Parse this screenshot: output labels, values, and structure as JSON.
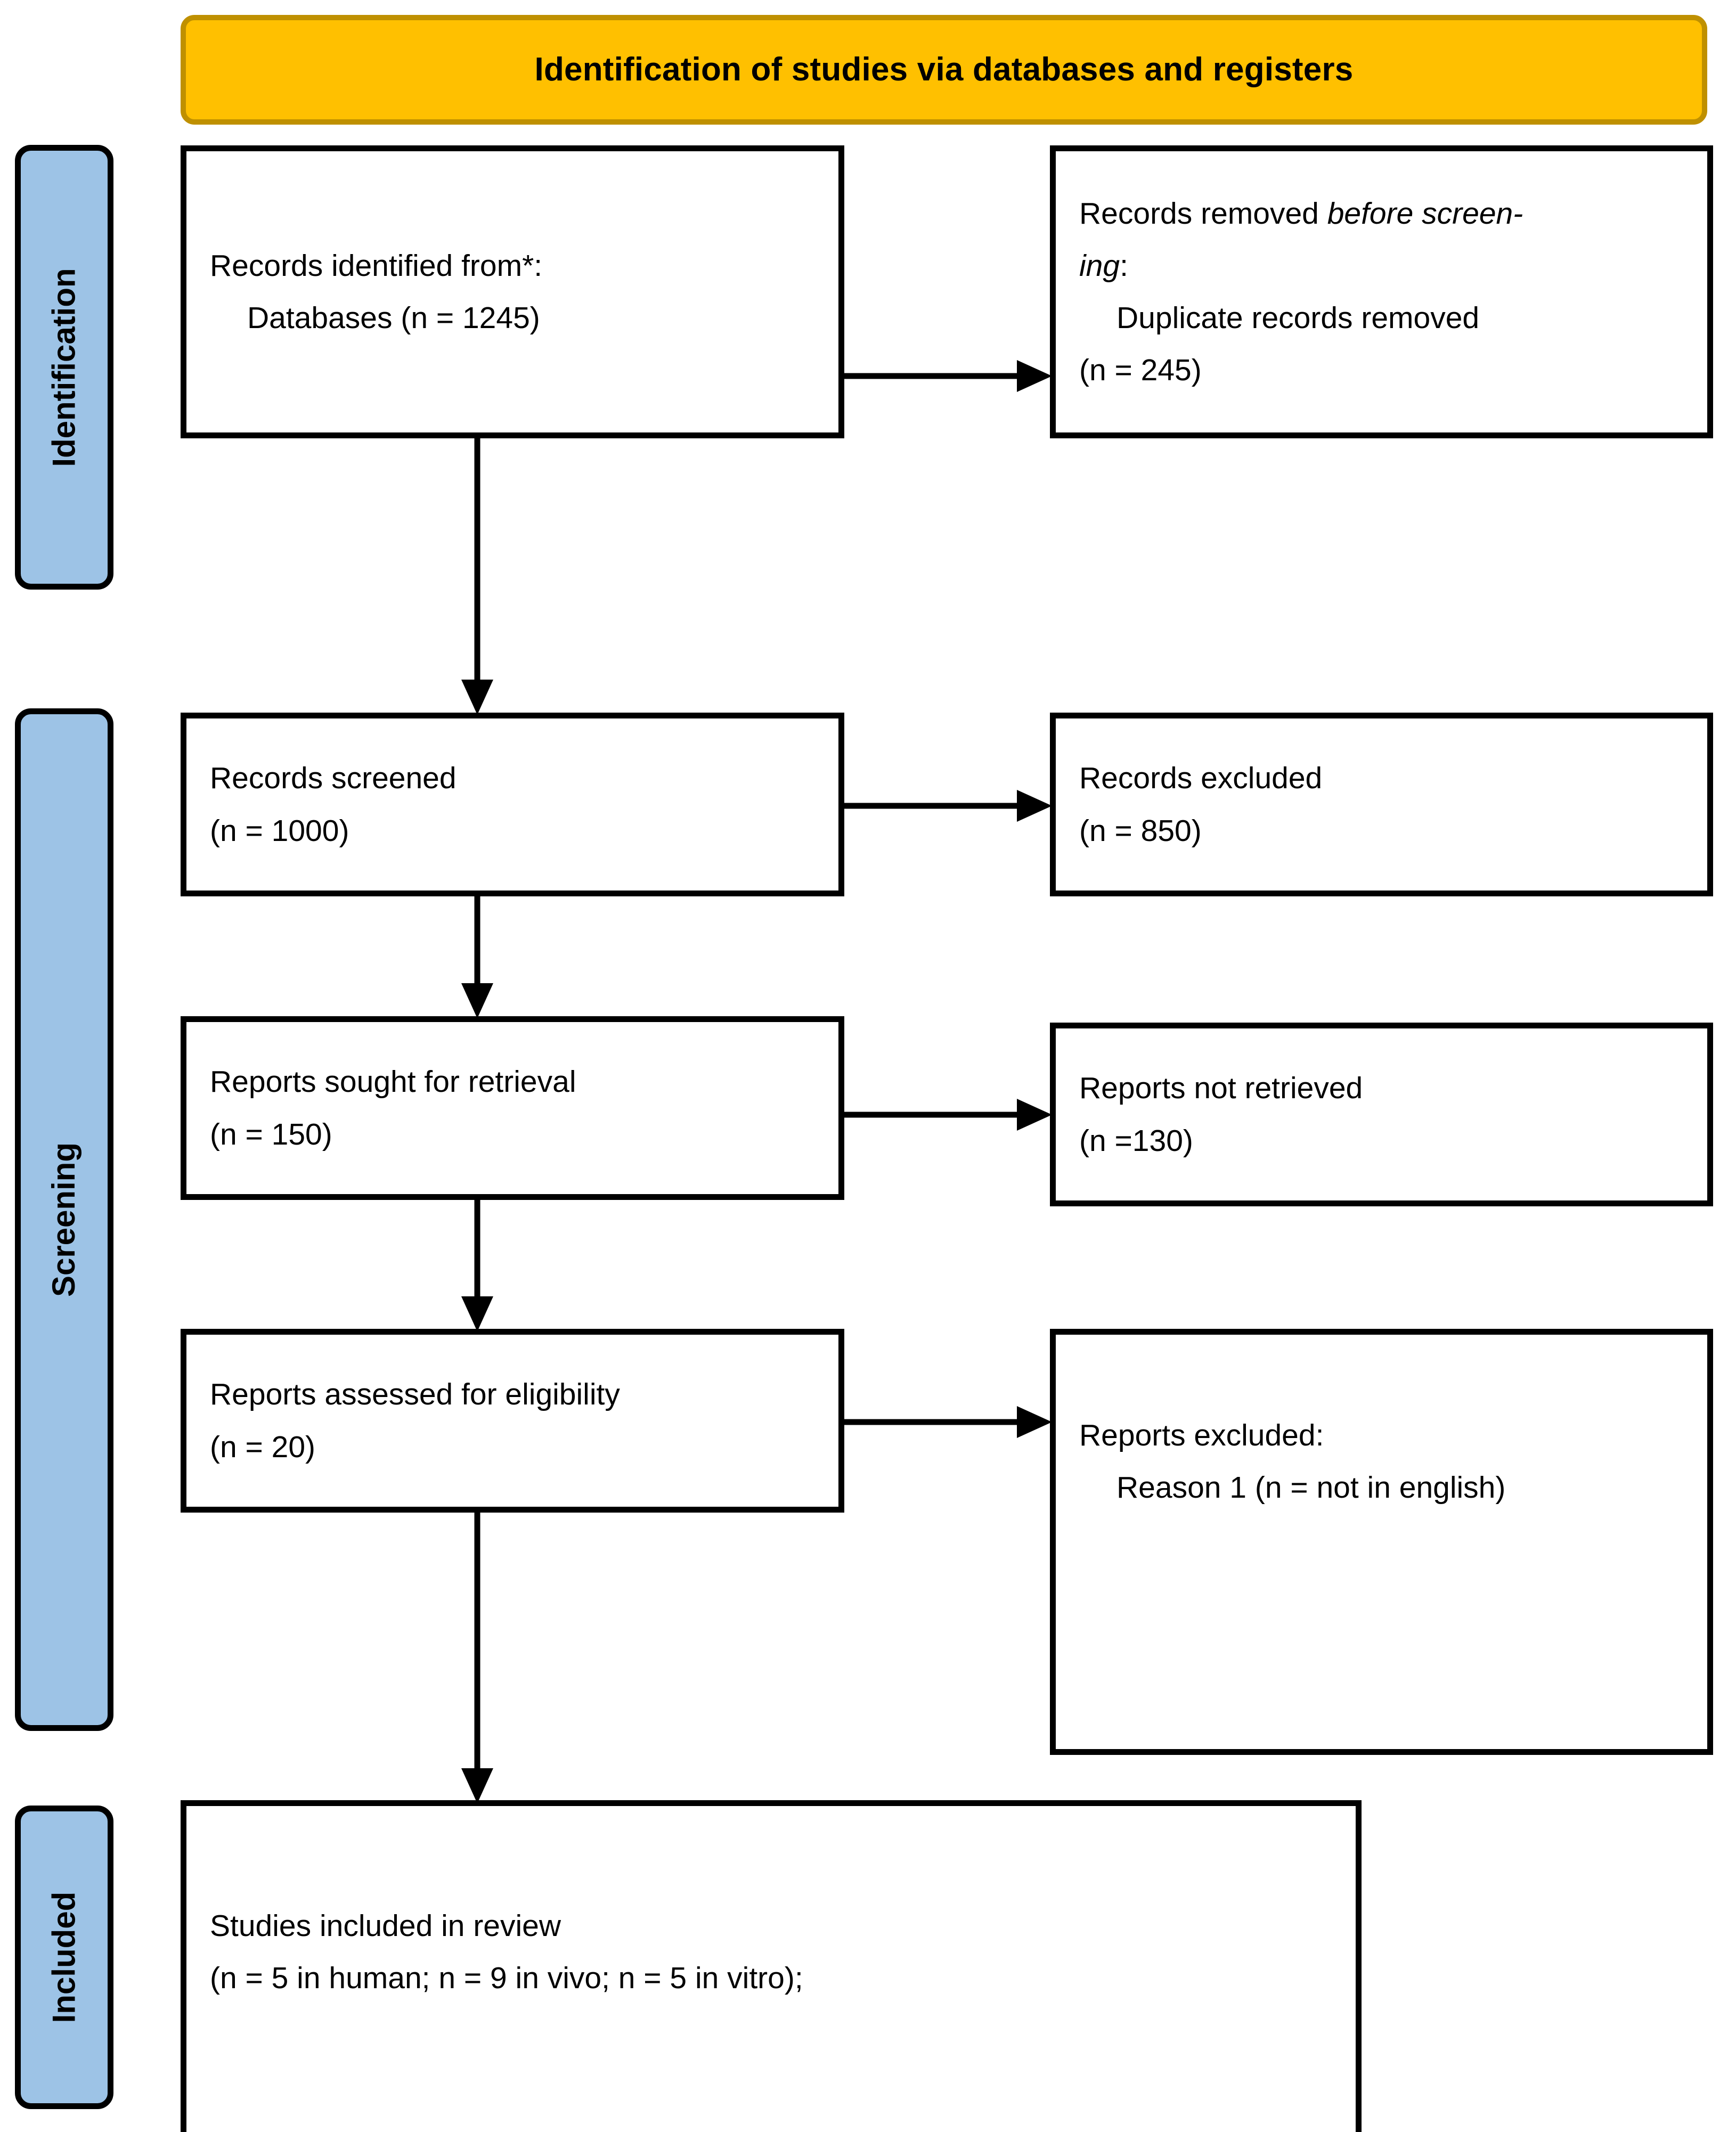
{
  "header": {
    "title": "Identification of studies via databases and registers",
    "fill_color": "#FFC000",
    "border_color": "#BF9000"
  },
  "stages": [
    {
      "id": "identification",
      "label": "Identification",
      "fill_color": "#9DC3E6"
    },
    {
      "id": "screening",
      "label": "Screening",
      "fill_color": "#9DC3E6"
    },
    {
      "id": "included",
      "label": "Included",
      "fill_color": "#9DC3E6"
    }
  ],
  "boxes": {
    "identified": {
      "line1": "Records identified from*:",
      "line2": "Databases (n = 1245)"
    },
    "removed": {
      "line1_plain": "Records removed ",
      "line1_italic": "before screen-",
      "line2_italic": "ing",
      "line2_plain": ":",
      "line3": "Duplicate records removed",
      "line4": "(n = 245)"
    },
    "screened": {
      "line1": "Records screened",
      "line2": "(n = 1000)"
    },
    "excluded": {
      "line1": "Records excluded",
      "line2": "(n = 850)"
    },
    "sought": {
      "line1": "Reports sought for retrieval",
      "line2": "(n = 150)"
    },
    "not_retrieved": {
      "line1": "Reports not retrieved",
      "line2": "(n =130)"
    },
    "assessed": {
      "line1": "Reports assessed for eligibility",
      "line2": "(n = 20)"
    },
    "reports_excluded": {
      "line1": "Reports excluded:",
      "line2": "Reason 1 (n = not in english)"
    },
    "included": {
      "line1": "Studies included in review",
      "line2": "(n = 5 in human; n = 9 in vivo; n = 5 in vitro);"
    }
  },
  "connectors": [
    {
      "name": "identified-to-removed",
      "direction": "right"
    },
    {
      "name": "identified-to-screened",
      "direction": "down"
    },
    {
      "name": "screened-to-excluded",
      "direction": "right"
    },
    {
      "name": "screened-to-sought",
      "direction": "down"
    },
    {
      "name": "sought-to-not-retrieved",
      "direction": "right"
    },
    {
      "name": "sought-to-assessed",
      "direction": "down"
    },
    {
      "name": "assessed-to-reports-excluded",
      "direction": "right"
    },
    {
      "name": "assessed-to-included",
      "direction": "down"
    }
  ]
}
